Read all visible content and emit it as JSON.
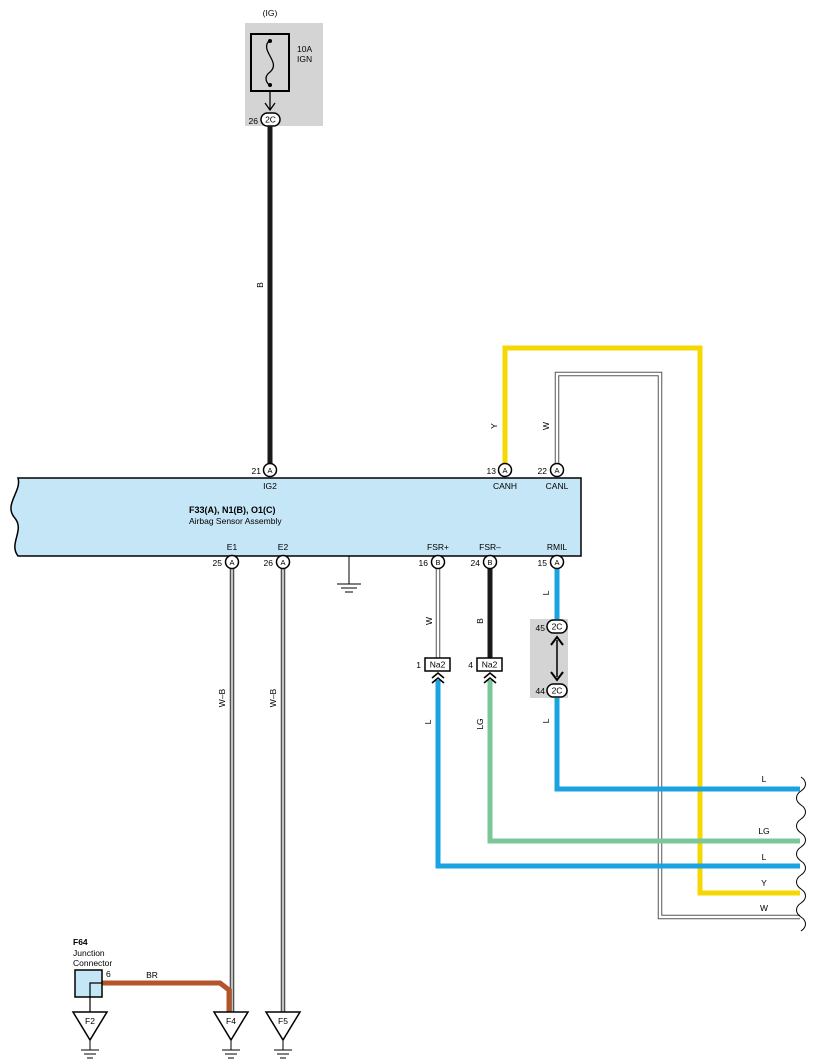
{
  "fuse": {
    "supply": "(IG)",
    "rating": "10A",
    "name": "IGN"
  },
  "connectors": {
    "ign_2c_pin": "26",
    "ign_2c_id": "2C",
    "ecu_a": "A",
    "ecu_b": "B",
    "jc_top_pin": "45",
    "jc_bot_pin": "44",
    "jc_id": "2C",
    "na2_id": "Na2",
    "na2_pin_left": "1",
    "na2_pin_right": "4"
  },
  "ecu": {
    "title": "F33(A), N1(B), O1(C)",
    "subtitle": "Airbag Sensor Assembly",
    "top_terms": [
      {
        "pin": "21",
        "name": "IG2"
      },
      {
        "pin": "13",
        "name": "CANH"
      },
      {
        "pin": "22",
        "name": "CANL"
      }
    ],
    "bottom_terms": [
      {
        "pin": "25",
        "name": "E1"
      },
      {
        "pin": "26",
        "name": "E2"
      },
      {
        "pin": "16",
        "name": "FSR+"
      },
      {
        "pin": "24",
        "name": "FSR–"
      },
      {
        "pin": "15",
        "name": "RMIL"
      }
    ]
  },
  "wires": {
    "ig": "B",
    "canh": "Y",
    "canl": "W",
    "e1": "W–B",
    "e2": "W–B",
    "fsr_plus_upper": "W",
    "fsr_minus_upper": "B",
    "rmil_upper": "L",
    "rmil_lower": "L",
    "fsr_plus_lower": "L",
    "fsr_minus_lower": "LG",
    "jc_to_ground": "BR"
  },
  "right_ends": [
    "L",
    "LG",
    "L",
    "Y",
    "W"
  ],
  "junction": {
    "id": "F64",
    "line1": "Junction",
    "line2": "Connector",
    "pin": "6"
  },
  "grounds": [
    "F2",
    "F4",
    "F5"
  ],
  "colors": {
    "wire_black": "#1a1a1a",
    "wire_yellow": "#f5d800",
    "wire_blue": "#1aa3e0",
    "wire_lightgreen": "#7cc79a",
    "wire_brown": "#b5542a",
    "ecu_fill": "#c5e6f7",
    "gray_box": "#d4d4d4"
  }
}
